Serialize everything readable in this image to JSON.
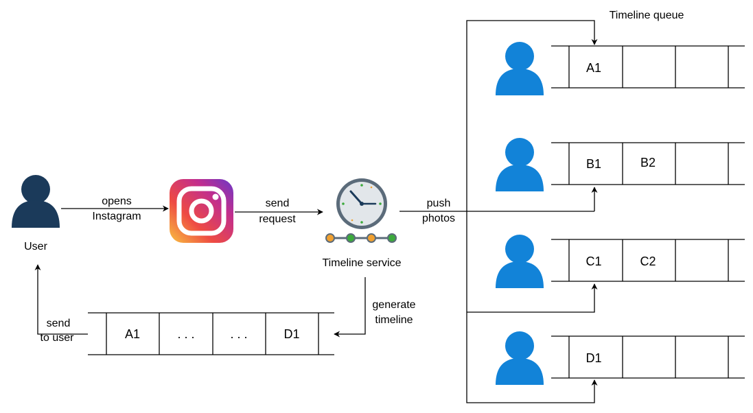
{
  "title": "",
  "nodes": {
    "user": {
      "label": "User",
      "icon": "user-icon",
      "color": "#1b3a5a"
    },
    "instagram": {
      "icon": "instagram-icon"
    },
    "timeline_service": {
      "label": "Timeline service",
      "icon": "clock-icon"
    },
    "timeline_queue_label": "Timeline queue"
  },
  "edges": {
    "opens_instagram": [
      "opens",
      "Instagram"
    ],
    "send_request": [
      "send",
      "request"
    ],
    "push_photos": [
      "push",
      "photos"
    ],
    "generate_timeline": [
      "generate",
      "timeline"
    ],
    "send_to_user": [
      "send",
      "to user"
    ]
  },
  "output_queue": [
    "A1",
    ". . .",
    ". . .",
    "D1"
  ],
  "followers": [
    {
      "icon": "follower-icon",
      "queue": [
        "A1",
        "",
        ""
      ]
    },
    {
      "icon": "follower-icon",
      "queue": [
        "B1",
        "B2",
        ""
      ]
    },
    {
      "icon": "follower-icon",
      "queue": [
        "C1",
        "C2",
        ""
      ]
    },
    {
      "icon": "follower-icon",
      "queue": [
        "D1",
        "",
        ""
      ]
    }
  ],
  "colors": {
    "user_dark": "#1b3a5a",
    "follower_blue": "#1283d8",
    "instagram_gradient": [
      "#f9c240",
      "#ee4b43",
      "#c22e8d",
      "#6a38c8"
    ],
    "clock_face": "#e2e6ea",
    "clock_rim": "#5b6b7a",
    "clock_dots": [
      "#f0a030",
      "#3caa3c",
      "#f0a030",
      "#3caa3c"
    ]
  }
}
